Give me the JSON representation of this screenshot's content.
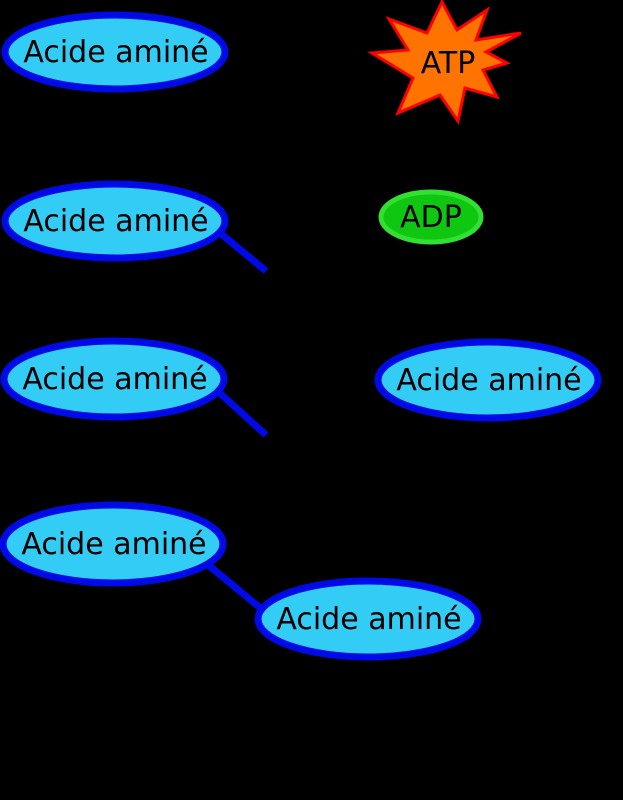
{
  "colors": {
    "background": "#000000",
    "amino_fill": "#33ccf5",
    "amino_stroke": "#000ae6",
    "atp_fill": "#ff7400",
    "atp_stroke": "#ff0000",
    "adp_fill": "#0fc610",
    "adp_stroke": "#31e031",
    "bond": "#000ae6",
    "label_text": "#000000"
  },
  "nodes": {
    "amino_acids": [
      {
        "label": "Acide aminé"
      },
      {
        "label": "Acide aminé"
      },
      {
        "label": "Acide aminé"
      },
      {
        "label": "Acide aminé"
      },
      {
        "label": "Acide aminé"
      },
      {
        "label": "Acide aminé"
      }
    ],
    "atp": {
      "label": "ATP"
    },
    "adp": {
      "label": "ADP"
    }
  }
}
